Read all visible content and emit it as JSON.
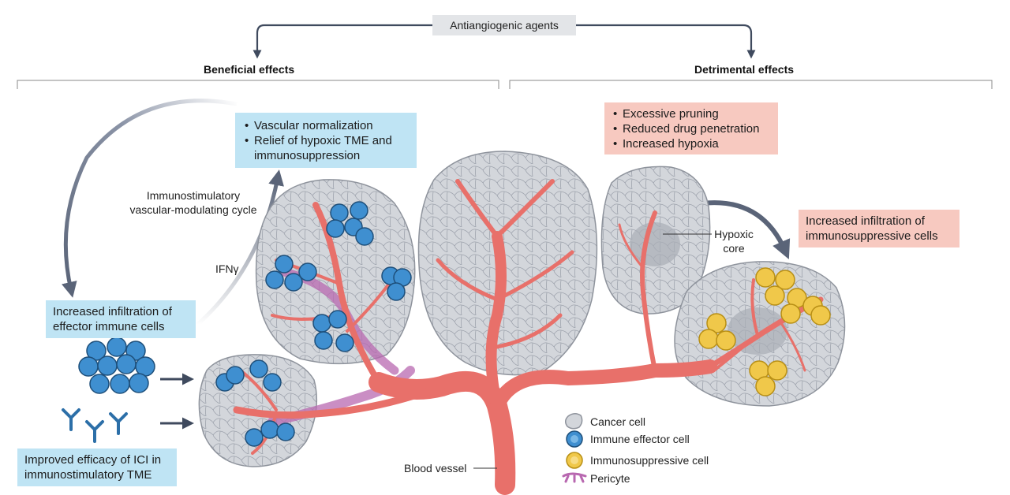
{
  "top_label": "Antiangiogenic agents",
  "beneficial_heading": "Beneficial effects",
  "detrimental_heading": "Detrimental effects",
  "vascular_box": {
    "items": [
      "Vascular normalization",
      "Relief of hypoxic TME and immunosuppression"
    ]
  },
  "cycle_label": "Immunostimulatory vascular-modulating cycle",
  "ifn_label": "IFNγ",
  "effector_box": "Increased infiltration of effector immune cells",
  "ici_box": "Improved efficacy of ICI in immunostimulatory TME",
  "detrimental_box": {
    "items": [
      "Excessive pruning",
      "Reduced drug penetration",
      "Increased hypoxia"
    ]
  },
  "hypoxic_label": "Hypoxic core",
  "immunosuppressive_box": "Increased infiltration of immunosuppressive cells",
  "blood_vessel_label": "Blood vessel",
  "legend": [
    {
      "label": "Cancer cell",
      "icon": "cancer-cell-icon"
    },
    {
      "label": "Immune effector cell",
      "icon": "immune-effector-cell-icon"
    },
    {
      "label": "Immunosuppressive cell",
      "icon": "immunosuppressive-cell-icon"
    },
    {
      "label": "Pericyte",
      "icon": "pericyte-icon"
    }
  ],
  "colors": {
    "vessel": "#e8706a",
    "vessel_dark": "#c9504b",
    "cancer_cell": "#c9ccd2",
    "immune_cell": "#3f8fd0",
    "immunosuppressive_cell": "#f0c84a",
    "pericyte": "#b868b0",
    "blue_box": "#bfe4f4",
    "pink_box": "#f7c9c0",
    "arrow": "#4a5568"
  }
}
